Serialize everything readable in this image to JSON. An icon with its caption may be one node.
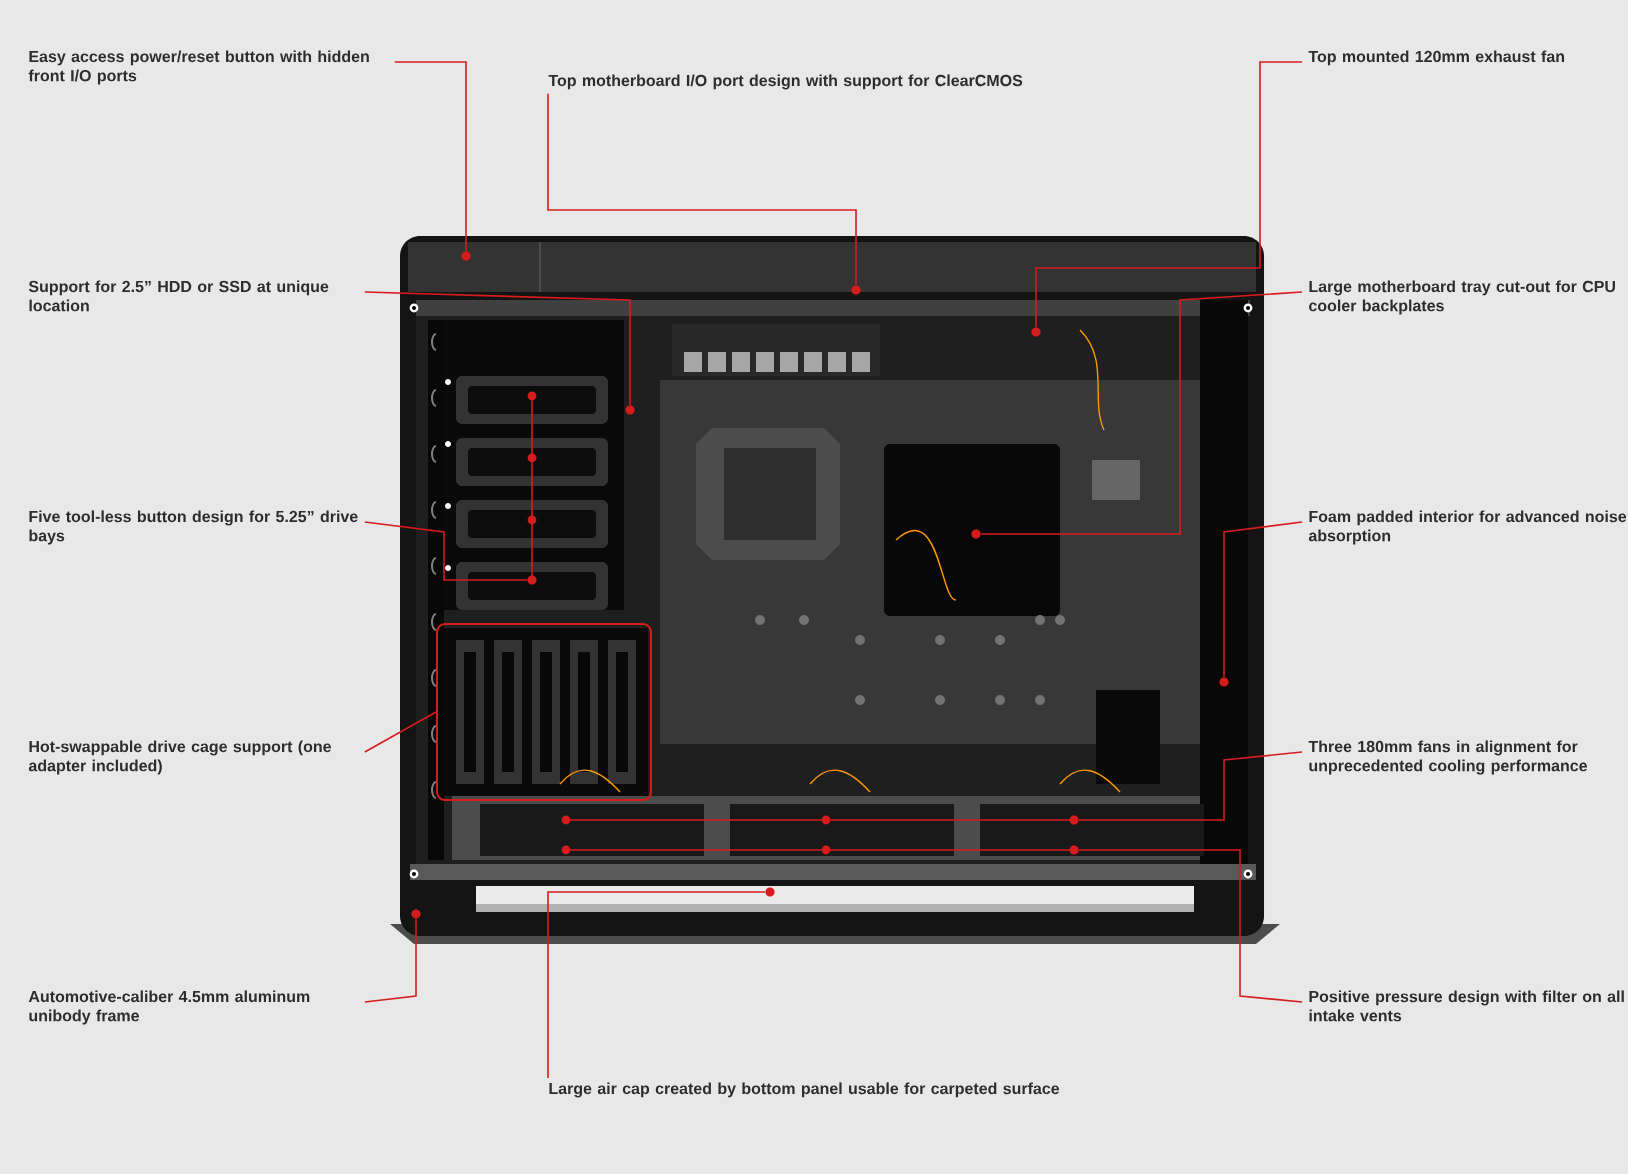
{
  "diagram": {
    "nodes": [
      {
        "text": [
          "Easy access power/reset button with hidden front I/O ports"
        ]
      },
      {
        "text": [
          "Top motherboard I/O port design with support for ClearCMOS"
        ]
      },
      {
        "text": [
          "Top mounted 120mm exhaust fan"
        ]
      },
      {
        "text": [
          "Support for 2.5” HDD or SSD at unique location"
        ]
      },
      {
        "text": [
          "Large motherboard tray cut-out for CPU cooler backplates"
        ]
      },
      {
        "text": [
          "Five tool-less button design for 5.25” drive bays"
        ]
      },
      {
        "text": [
          "Foam padded interior for advanced noise absorption"
        ]
      },
      {
        "text": [
          "Hot-swappable drive cage support (one adapter included)"
        ]
      },
      {
        "text": [
          "Three 180mm fans in alignment for unprecedented cooling performance"
        ]
      },
      {
        "text": [
          "Automotive-caliber 4.5mm aluminum unibody frame"
        ]
      },
      {
        "text": [
          "Large air cap created by bottom panel usable for carpeted surface"
        ]
      },
      {
        "text": [
          "Positive pressure design with filter on all intake vents"
        ]
      },
      {
        "text": [],
        "shape": "circle"
      },
      {
        "text": [],
        "shape": "circle"
      },
      {
        "text": [],
        "shape": "circle"
      },
      {
        "text": [],
        "shape": "circle"
      },
      {
        "text": [],
        "shape": "circle"
      },
      {
        "text": [],
        "shape": "circle"
      },
      {
        "text": [],
        "shape": "circle"
      },
      {
        "text": [],
        "shape": "box"
      },
      {
        "text": [],
        "shape": "circle"
      },
      {
        "text": [],
        "shape": "circle"
      },
      {
        "text": [],
        "shape": "circle"
      },
      {
        "text": [],
        "shape": "circle"
      }
    ],
    "edges": [
      {
        "from": 0,
        "to": 12,
        "arrow": "none"
      },
      {
        "from": 1,
        "to": 13,
        "arrow": "none"
      },
      {
        "from": 2,
        "to": 14,
        "arrow": "none"
      },
      {
        "from": 3,
        "to": 15,
        "arrow": "none"
      },
      {
        "from": 4,
        "to": 16,
        "arrow": "none"
      },
      {
        "from": 5,
        "to": 17,
        "arrow": "none"
      },
      {
        "from": 6,
        "to": 18,
        "arrow": "none"
      },
      {
        "from": 7,
        "to": 19,
        "arrow": "none"
      },
      {
        "from": 8,
        "to": 20,
        "arrow": "none"
      },
      {
        "from": 9,
        "to": 21,
        "arrow": "none"
      },
      {
        "from": 10,
        "to": 22,
        "arrow": "none"
      },
      {
        "from": 11,
        "to": 23,
        "arrow": "none"
      }
    ]
  }
}
